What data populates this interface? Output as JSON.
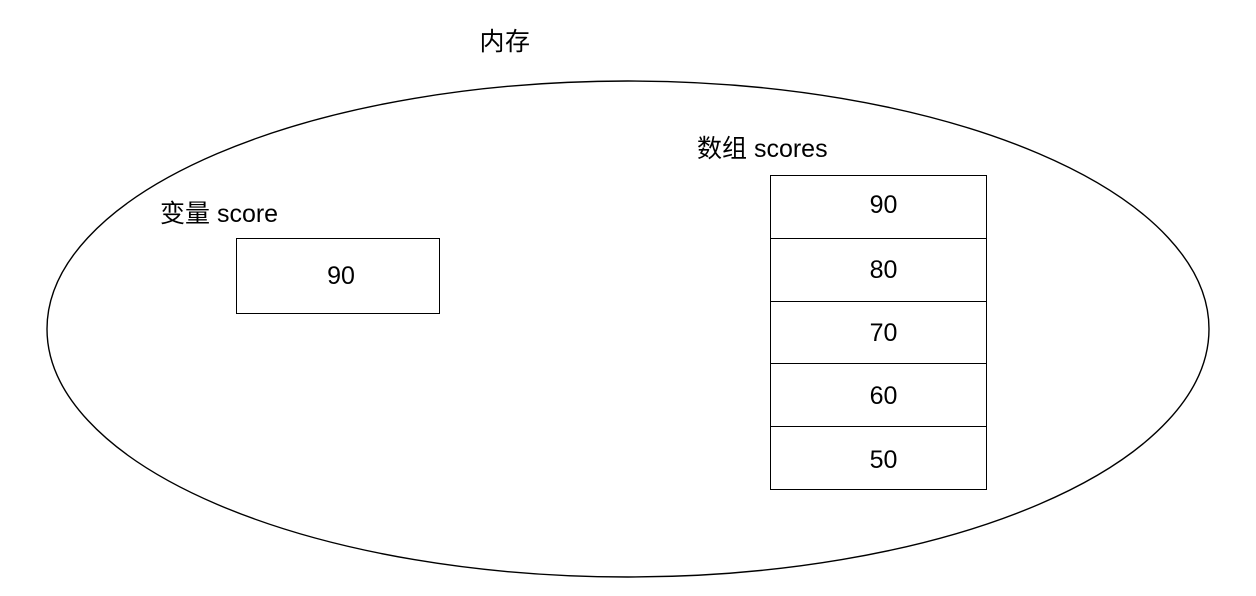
{
  "diagram": {
    "title": "内存",
    "shape": "ellipse",
    "outline_color": "#000000",
    "background_color": "#ffffff",
    "text_color": "#000000"
  },
  "variable": {
    "label": "变量 score",
    "value": "90"
  },
  "array": {
    "label": "数组 scores",
    "cells": [
      {
        "value": "90"
      },
      {
        "value": "80"
      },
      {
        "value": "70"
      },
      {
        "value": "60"
      },
      {
        "value": "50"
      }
    ]
  }
}
